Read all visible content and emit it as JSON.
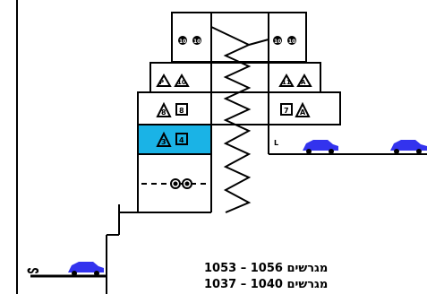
{
  "diagram": {
    "floors": [
      {
        "level": "top",
        "left_marks": [
          "10",
          "10"
        ],
        "right_marks": [
          "10",
          "10"
        ]
      },
      {
        "level": "upper",
        "left_marks": [
          "P",
          "10"
        ],
        "right_marks": [
          "11",
          "A"
        ]
      },
      {
        "level": "middle",
        "left_marks": [
          "8",
          "8"
        ],
        "right_marks": [
          "7",
          "A"
        ]
      },
      {
        "level": "highlighted",
        "left_marks": [
          "3",
          "4"
        ],
        "right_marks": [
          "L"
        ],
        "highlight_color": "#1ab3e6"
      },
      {
        "level": "ground",
        "left_marks": [
          "-",
          "-"
        ]
      }
    ],
    "colors": {
      "line": "#000000",
      "highlight": "#1ab3e6",
      "car": "#3333ee"
    },
    "left_edge_mark": "ᔕ",
    "icons": [
      "car-icon",
      "car-icon",
      "car-icon"
    ]
  },
  "captions": {
    "line1": "1053 – 1056 מגרשים",
    "line2": "1037 – 1040 מגרשים"
  }
}
